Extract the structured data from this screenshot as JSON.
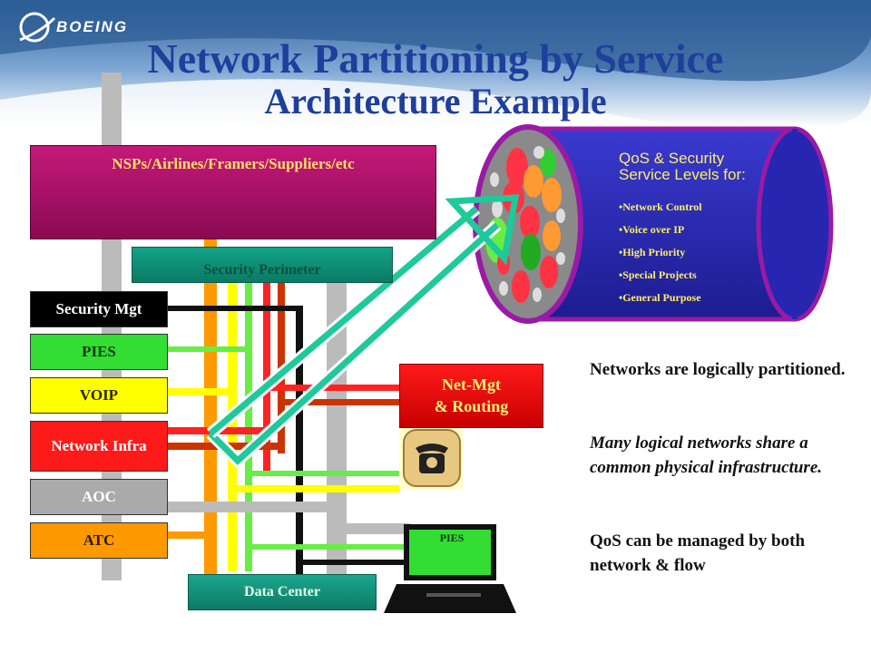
{
  "header": {
    "logo": "BOEING",
    "title_line1": "Network Partitioning by Service",
    "title_line2": "Architecture Example"
  },
  "diagram": {
    "top_box": "NSPs/Airlines/Framers/Suppliers/etc",
    "security_perimeter": "Security Perimeter",
    "services": [
      {
        "label": "Security Mgt",
        "bg": "#000000",
        "fg": "#ffffff"
      },
      {
        "label": "PIES",
        "bg": "#33dd33",
        "fg": "#0b3b0b"
      },
      {
        "label": "VOIP",
        "bg": "#ffff00",
        "fg": "#2a2a00"
      },
      {
        "label": "Network Infra",
        "bg": "#ff1a1a",
        "fg": "#ffffff"
      },
      {
        "label": "AOC",
        "bg": "#aaaaaa",
        "fg": "#ffffff"
      },
      {
        "label": "ATC",
        "bg": "#ff9900",
        "fg": "#2a1a00"
      }
    ],
    "net_mgt_line1": "Net-Mgt",
    "net_mgt_line2": "& Routing",
    "data_center": "Data Center",
    "pies_terminal": "PIES",
    "laptop_colors": [
      "#22dd22",
      "#eeee00",
      "#11bbee",
      "#dd22dd",
      "#aaaaaa"
    ]
  },
  "qos": {
    "title_line1": "QoS & Security",
    "title_line2": "Service Levels for:",
    "items": [
      "Network Control",
      "Voice over IP",
      "High Priority",
      "Special Projects",
      "General Purpose"
    ]
  },
  "notes": {
    "line1": "Networks are logically partitioned.",
    "line2": "Many logical networks share a common physical infrastructure.",
    "line3": "QoS can be managed by both network & flow"
  },
  "colors": {
    "title": "#1f3f9c",
    "accent_arrow": "#1ec99a",
    "qos_panel": "#2a2ab8",
    "qos_border": "#9a1aa6"
  }
}
